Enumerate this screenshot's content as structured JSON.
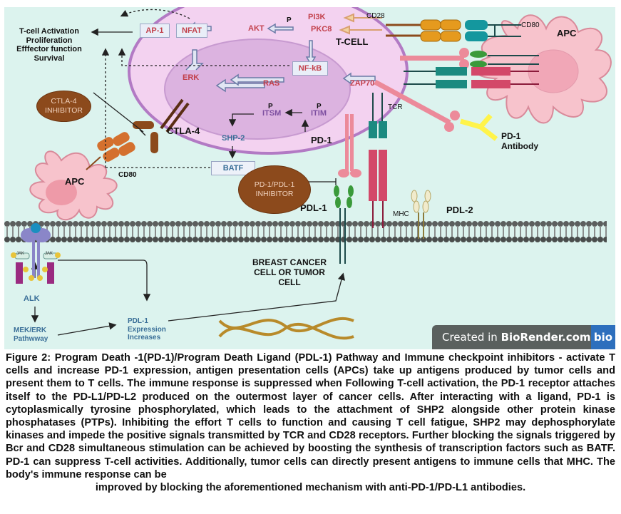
{
  "diagram": {
    "outcomes": [
      "T-cell Activation",
      "Proliferation",
      "Efffector function",
      "Survival"
    ],
    "tcell_label": "T-CELL",
    "apc_top_label": "APC",
    "apc_left_label": "APC",
    "nodes": {
      "ap1": "AP-1",
      "nfat": "NFAT",
      "akt": "AKT",
      "pi3k": "PI3K",
      "pkc8": "PKC8",
      "p_top": "P",
      "nfkb": "NF-kB",
      "erk": "ERK",
      "ras": "RAS",
      "zap70": "ZAP70",
      "itsm": "ITSM",
      "itim": "ITIM",
      "p_itsm": "P",
      "p_itim": "P",
      "shp2": "SHP-2",
      "batf": "BATF",
      "alk": "ALK",
      "mek_erk": [
        "MEK/ERK",
        "Pathwway"
      ],
      "pdl1_expr": [
        "PDL-1",
        "Expression",
        "Increases"
      ],
      "jak_left": "JAK",
      "jak_right": "JAK"
    },
    "receptors": {
      "cd28": "CD28",
      "cd80_top": "CD80",
      "cd80_left": "CD80",
      "tcr": "TCR",
      "mhc": "MHC",
      "ctla4": "CTLA-4",
      "pd1": "PD-1",
      "pdl1": "PDL-1",
      "pdl2": "PDL-2",
      "pd1_antibody": [
        "PD-1",
        "Antibody"
      ]
    },
    "inhibitors": {
      "ctla4": [
        "CTLA-4",
        "INHIBITOR"
      ],
      "pd1_pdl1": [
        "PD-1/PDL-1",
        "INHIBITOR"
      ]
    },
    "tumor_label": [
      "BREAST CANCER",
      "CELL OR TUMOR",
      "CELL"
    ],
    "watermark": {
      "prefix": "Created in ",
      "brand": "BioRender.com",
      "logo": "bio"
    },
    "colors": {
      "background": "#dcf3ee",
      "tcell": "#f3d2f0",
      "nucleus": "#dcb3e0",
      "apc": "#f7c3cc",
      "inhibitor": "#8c4a1c",
      "node_red": "#c2404b",
      "watermark_blue": "#2d6fbd"
    }
  },
  "caption": {
    "lines": [
      "Figure 2: Program Death -1(PD-1)/Program Death Ligand (PDL-1) Pathway and Immune checkpoint inhibitors - activate T cells and increase PD-1 expression, antigen presentation cells (APCs) take up antigens produced by tumor cells and present them to T cells. The immune response is suppressed when Following T-cell activation, the PD-1 receptor attaches itself to the PD-L1/PD-L2 produced on the outermost layer of cancer cells. After interacting with a ligand, PD-1 is cytoplasmically tyrosine phosphorylated, which leads to the attachment of SHP2 alongside other protein kinase phosphatases (PTPs). Inhibiting the effort T cells to function and causing T cell fatigue, SHP2 may dephosphorylate kinases and impede the positive signals transmitted by TCR and CD28 receptors. Further blocking the signals triggered by Bcr and CD28 simultaneous stimulation can be achieved by boosting the synthesis of transcription factors such as BATF. PD-1 can suppress T-cell activities. Additionally, tumor cells can directly present antigens to immune cells that MHC. The body's immune response can be",
      "improved by blocking the aforementioned mechanism with anti-PD-1/PD-L1 antibodies."
    ]
  }
}
